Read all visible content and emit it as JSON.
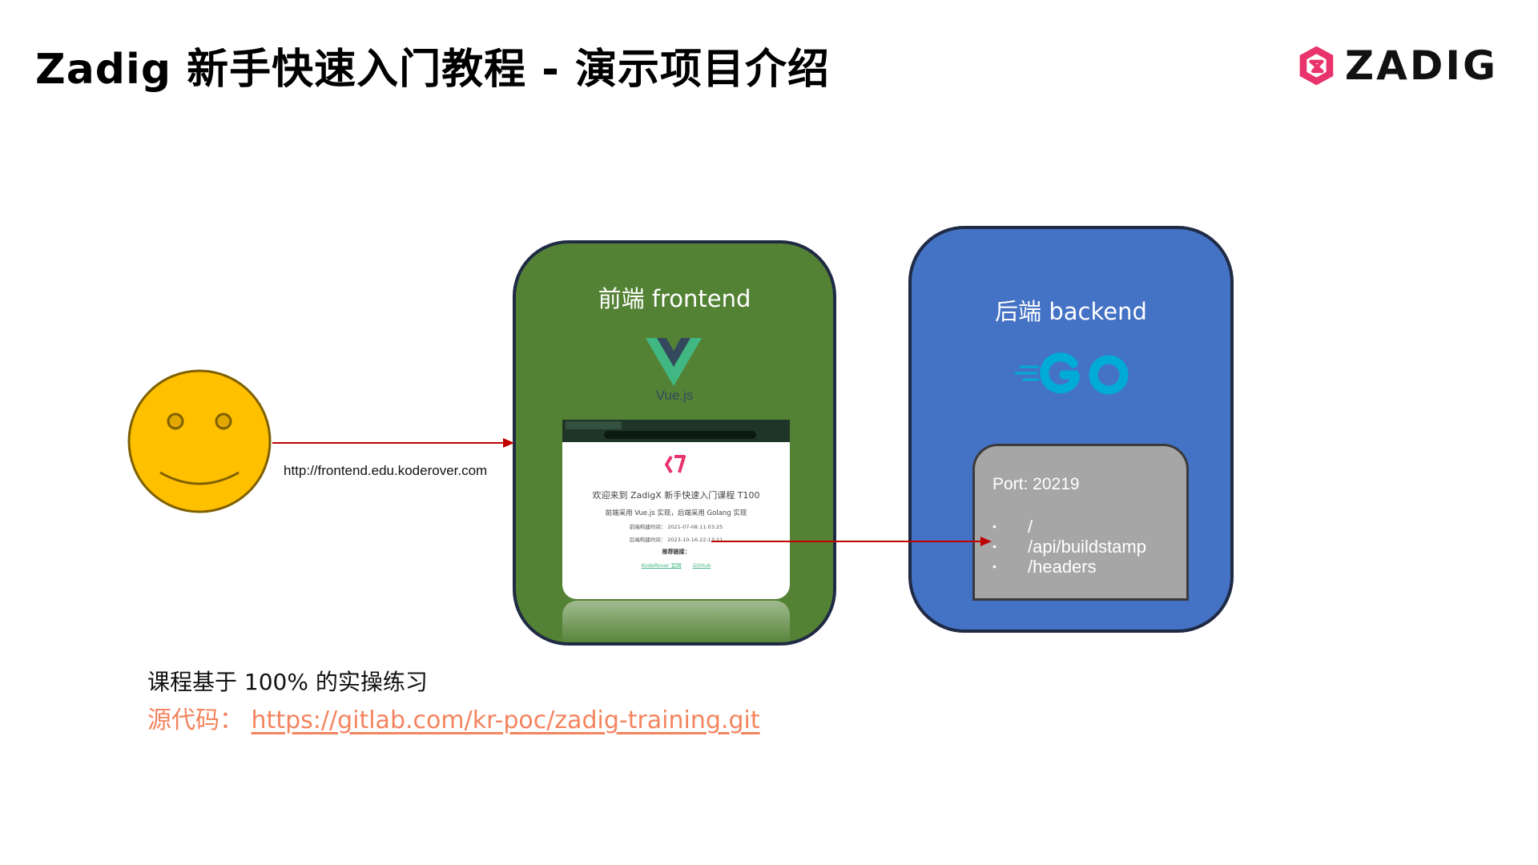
{
  "slide": {
    "title": "Zadig 新手快速入门教程 -  演示项目介绍",
    "logo_text": "ZADIG",
    "brand_color": "#e8336d"
  },
  "user": {
    "icon": "smiley-face-icon",
    "url_label": "http://frontend.edu.koderover.com"
  },
  "frontend": {
    "label": "前端 frontend",
    "framework_label": "Vue.js",
    "color": "#548235",
    "browser": {
      "page_title": "欢迎来到 ZadigX 新手快速入门课程 T100",
      "page_subtitle": "前端采用 Vue.js 实现，后端采用 Golang 实现",
      "frontend_build": "前端构建时间：  2021-07-08.11:03:25",
      "backend_build": "后端构建时间：  2023-10-16.22:13:21",
      "links_heading": "推荐链接：",
      "links": [
        "KodeRover 官网",
        "GitHub"
      ]
    }
  },
  "backend": {
    "label": "后端 backend",
    "framework_icon": "golang-go-icon",
    "color": "#4472c4",
    "port_label": "Port: 20219",
    "endpoints": [
      "/",
      "/api/buildstamp",
      "/headers"
    ]
  },
  "notes": {
    "practice": "课程基于 100% 的实操练习",
    "source_prefix": "源代码：",
    "source_url": "https://gitlab.com/kr-poc/zadig-training.git",
    "source_color": "#f4845f"
  },
  "arrow_color": "#c00000"
}
